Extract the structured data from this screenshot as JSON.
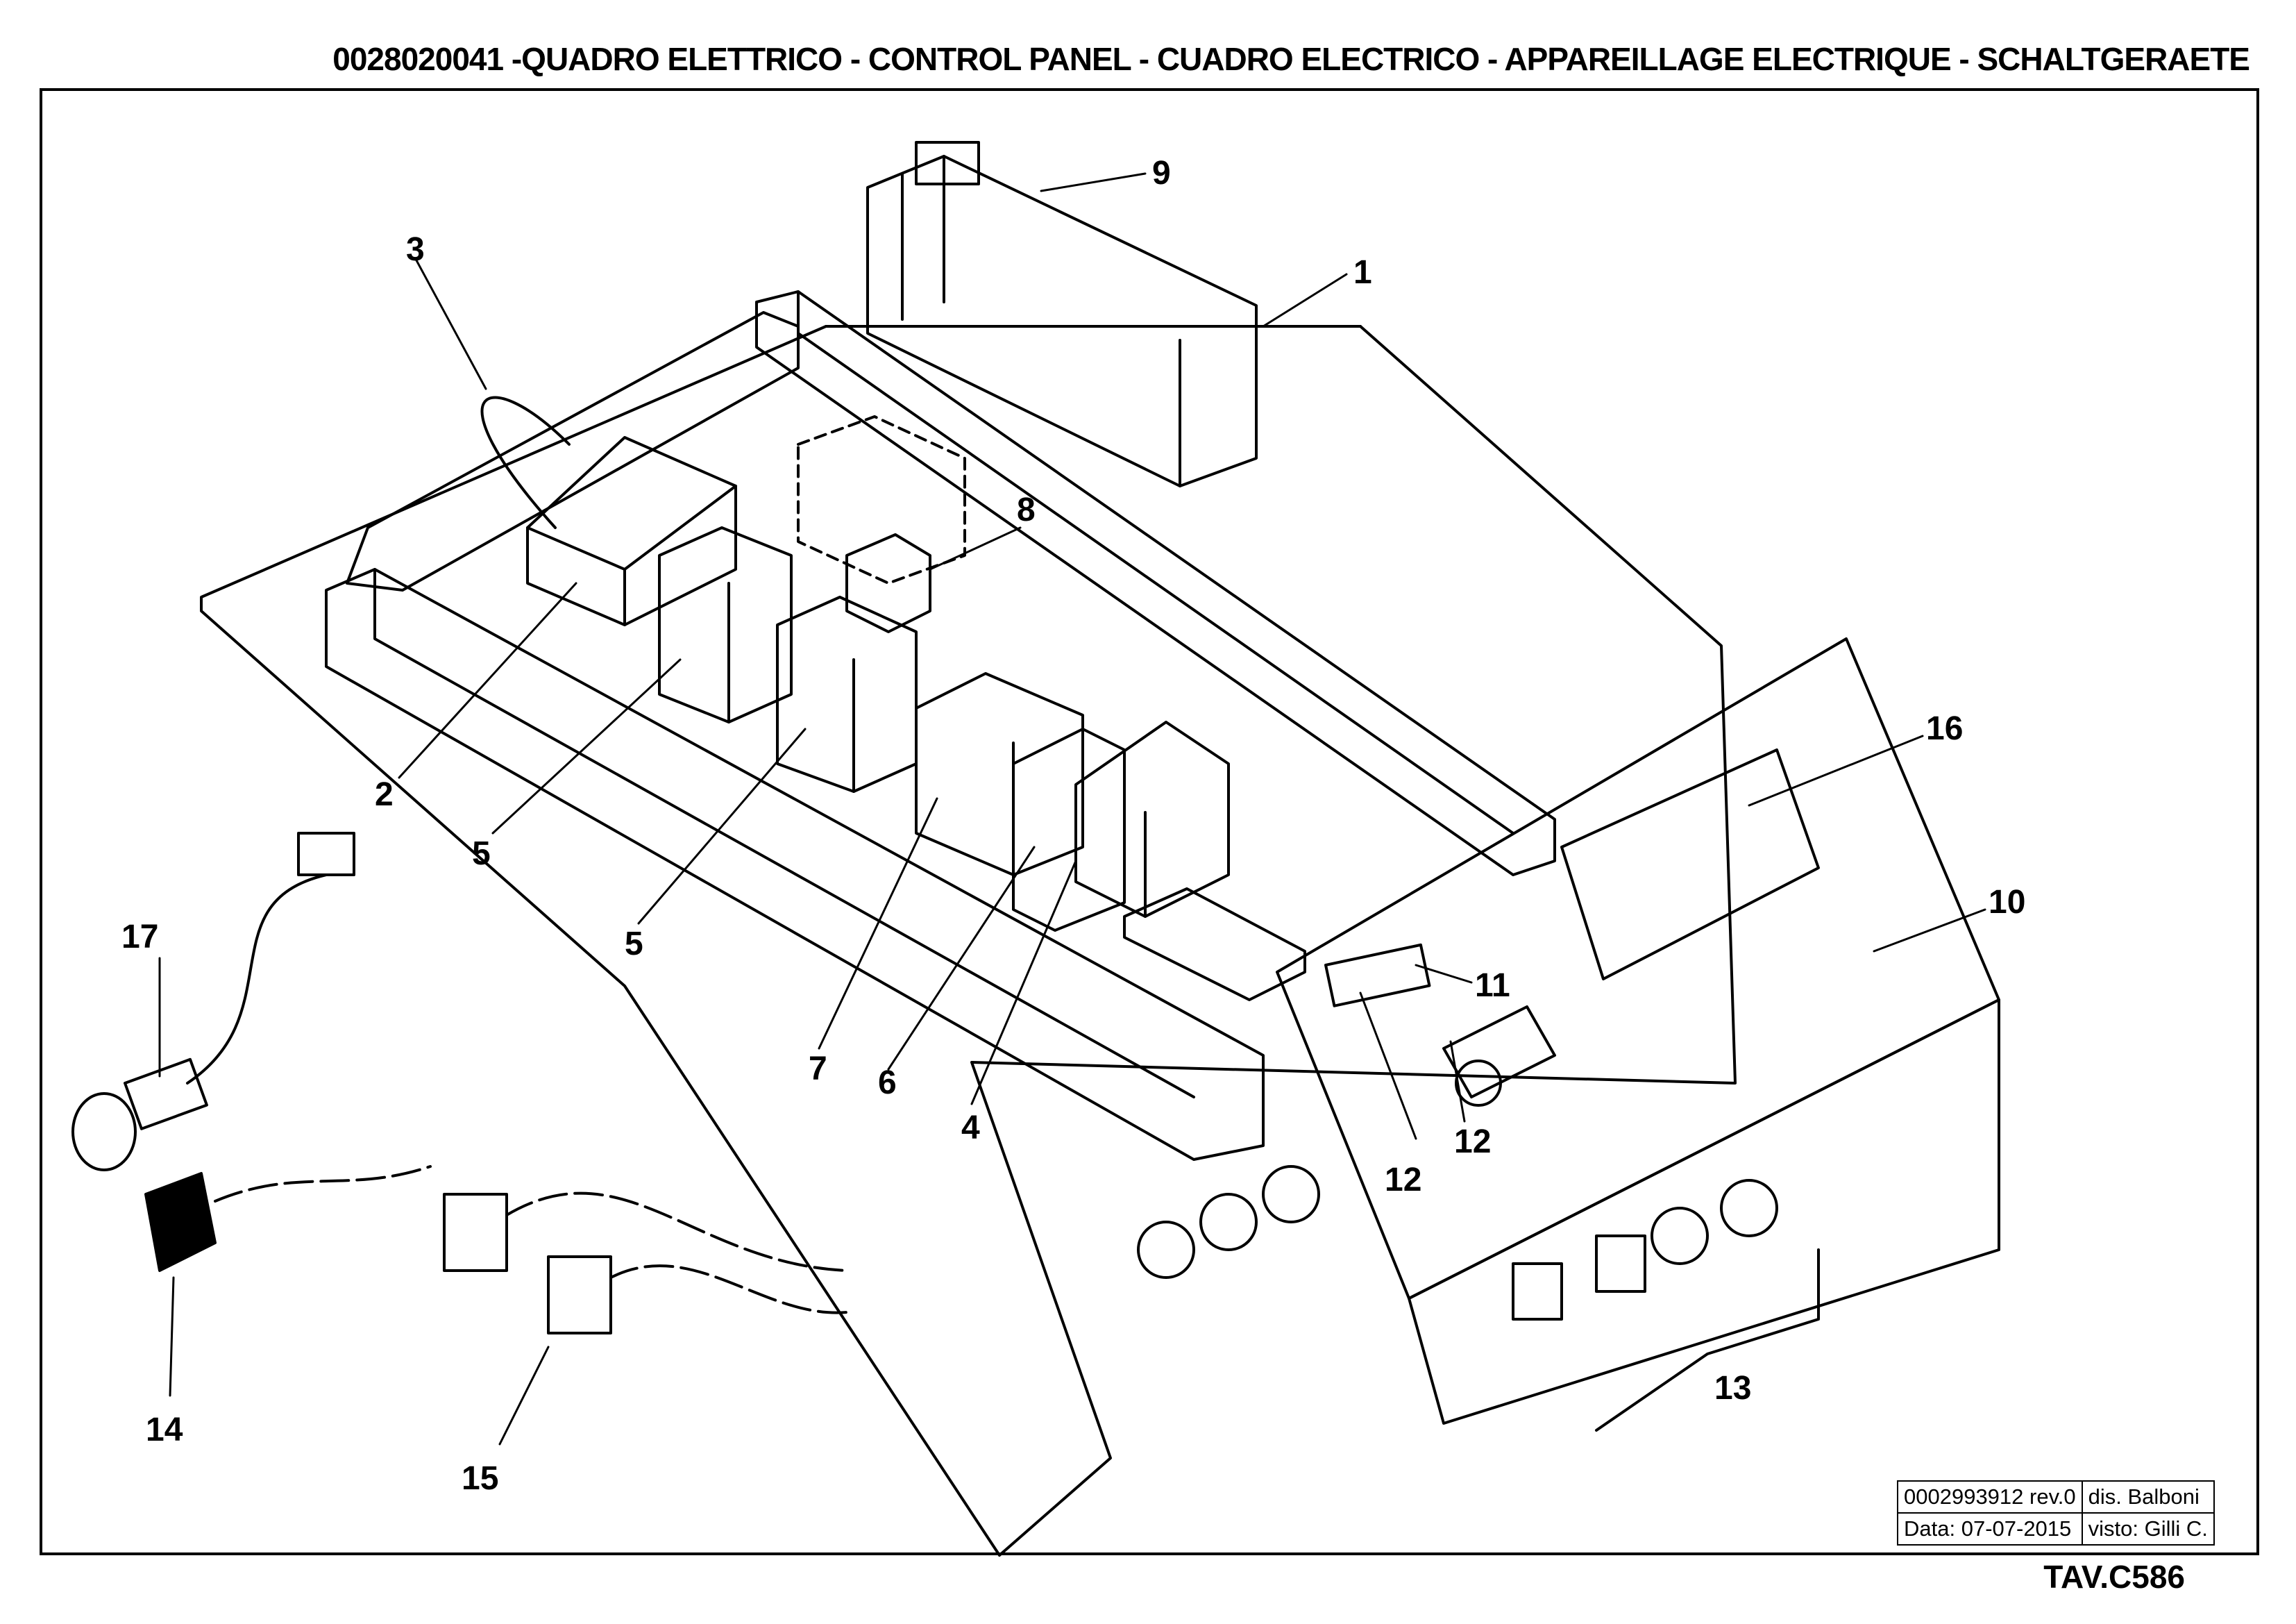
{
  "header": {
    "title": "0028020041 -QUADRO ELETTRICO - CONTROL PANEL - CUADRO ELECTRICO - APPAREILLAGE ELECTRIQUE - SCHALTGERAETE"
  },
  "callouts": {
    "c1": "1",
    "c2": "2",
    "c3": "3",
    "c4": "4",
    "c5a": "5",
    "c5b": "5",
    "c6": "6",
    "c7": "7",
    "c8": "8",
    "c9": "9",
    "c10": "10",
    "c11": "11",
    "c12a": "12",
    "c12b": "12",
    "c13": "13",
    "c14": "14",
    "c15": "15",
    "c16": "16",
    "c17": "17"
  },
  "title_block": {
    "drawing_number": "0002993912 rev.0",
    "drawn_by": "dis. Balboni",
    "date": "Data: 07-07-2015",
    "checked_by": "visto: Gilli C."
  },
  "sheet": {
    "tav": "TAV.C586"
  }
}
